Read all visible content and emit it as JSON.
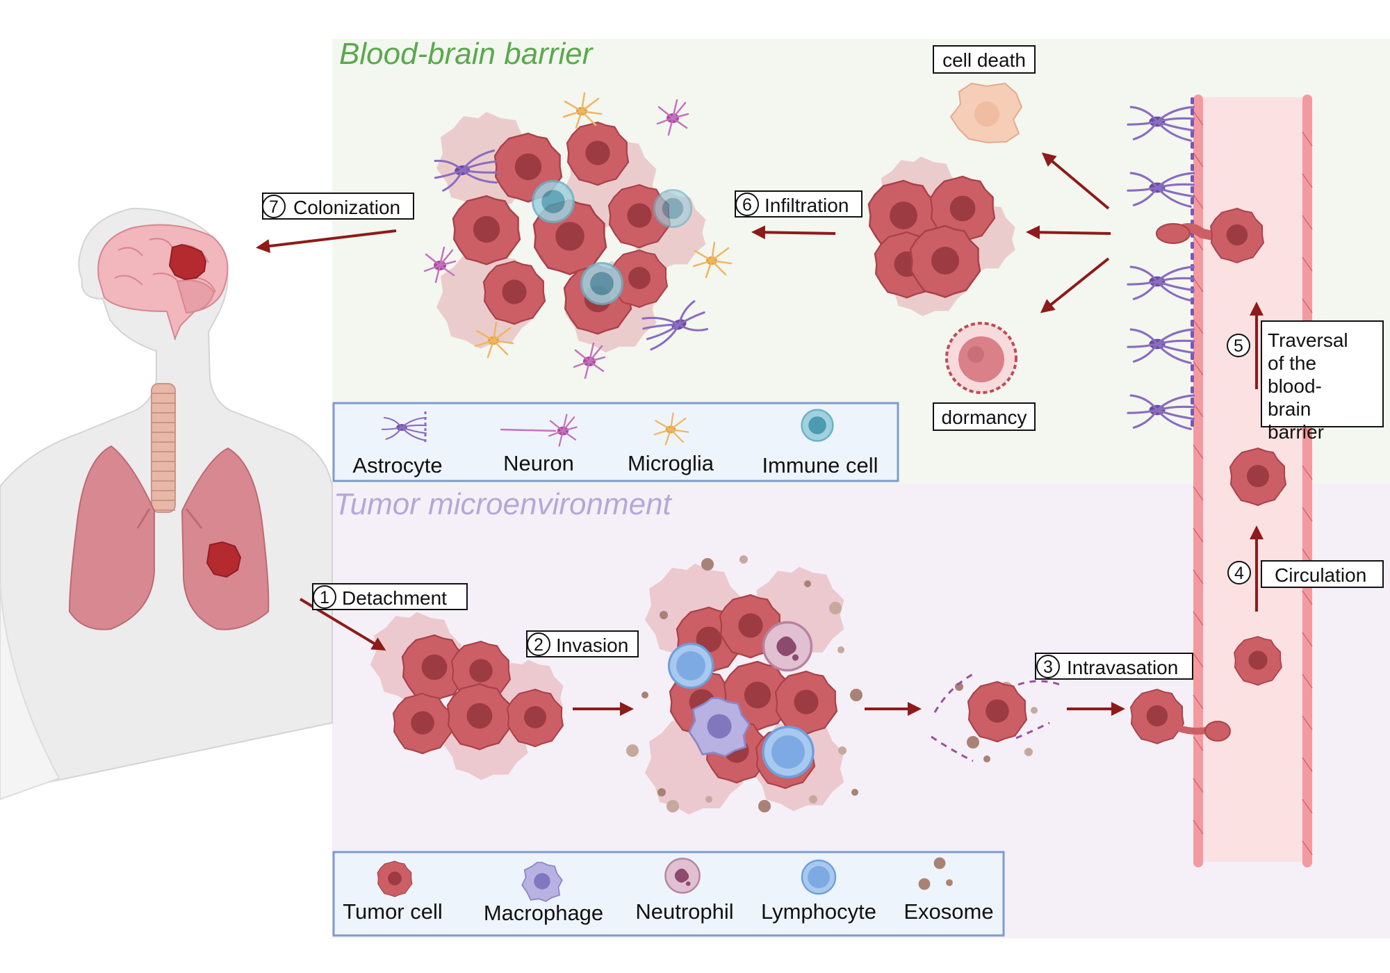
{
  "sections": {
    "bbb_title": "Blood-brain barrier",
    "tme_title": "Tumor microenvironment"
  },
  "colors": {
    "bbb_title": "#5aa94c",
    "tme_title": "#b5a8d6",
    "arrow": "#8e1a1a",
    "tumor": "#c9575d",
    "vessel": "#f08a90",
    "legend_border": "#7d9ccc"
  },
  "steps": [
    {
      "num": "1",
      "label": "Detachment"
    },
    {
      "num": "2",
      "label": "Invasion"
    },
    {
      "num": "3",
      "label": "Intravasation"
    },
    {
      "num": "4",
      "label": "Circulation"
    },
    {
      "num": "5",
      "label_lines": [
        "Traversal",
        "of the",
        "blood-",
        "brain",
        "barrier"
      ]
    },
    {
      "num": "6",
      "label": "Infiltration"
    },
    {
      "num": "7",
      "label": "Colonization"
    }
  ],
  "outcomes": {
    "cell_death": "cell death",
    "dormancy": "dormancy"
  },
  "legend_bbb": [
    "Astrocyte",
    "Neuron",
    "Microglia",
    "Immune cell"
  ],
  "legend_tme": [
    "Tumor cell",
    "Macrophage",
    "Neutrophil",
    "Lymphocyte",
    "Exosome"
  ]
}
